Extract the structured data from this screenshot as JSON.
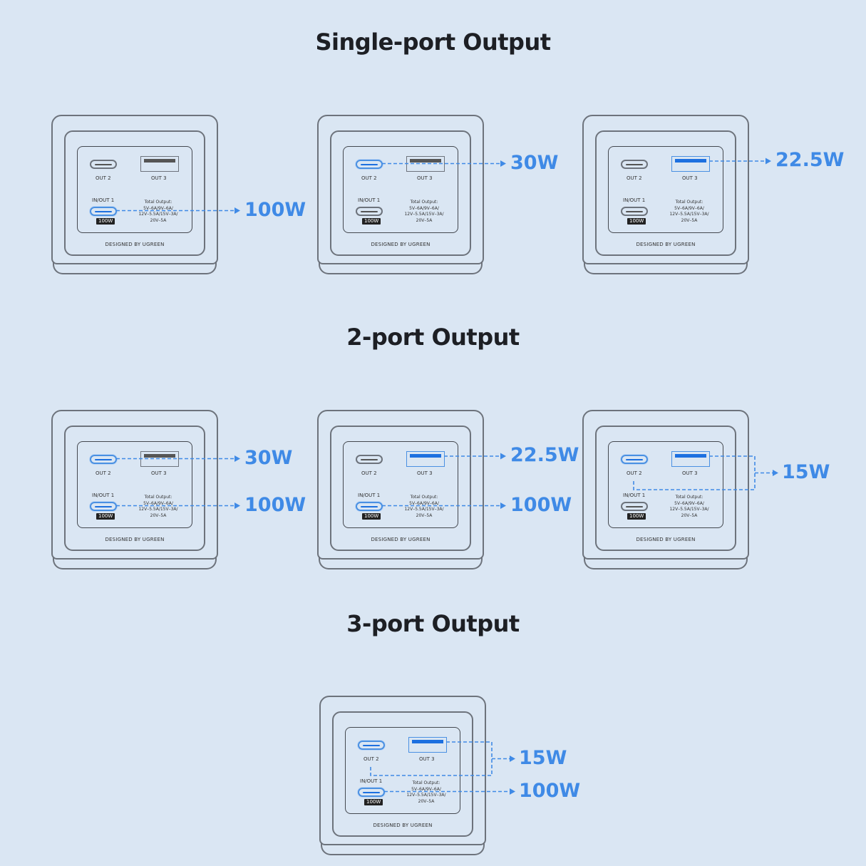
{
  "sections": [
    {
      "title": "Single-port Output"
    },
    {
      "title": "2-port Output"
    },
    {
      "title": "3-port Output"
    }
  ],
  "device": {
    "out2_label": "OUT 2",
    "out3_label": "OUT 3",
    "inout1_label": "IN/OUT 1",
    "badge": "100W",
    "total_output": [
      "Total Output:",
      "5V–6A/9V–6A/",
      "12V–5.5A/15V–3A/",
      "20V–5A"
    ],
    "brand": "DESIGNED BY UGREEN"
  },
  "outputs": {
    "single": [
      {
        "active": [
          "inout1"
        ],
        "watts": [
          "100W"
        ]
      },
      {
        "active": [
          "out2"
        ],
        "watts": [
          "30W"
        ]
      },
      {
        "active": [
          "out3"
        ],
        "watts": [
          "22.5W"
        ]
      }
    ],
    "two": [
      {
        "active": [
          "out2",
          "inout1"
        ],
        "watts": [
          "30W",
          "100W"
        ]
      },
      {
        "active": [
          "out3",
          "inout1"
        ],
        "watts": [
          "22.5W",
          "100W"
        ]
      },
      {
        "active": [
          "out2",
          "out3"
        ],
        "watts": [
          "15W"
        ]
      }
    ],
    "three": [
      {
        "active": [
          "out2",
          "out3",
          "inout1"
        ],
        "watts": [
          "15W",
          "100W"
        ]
      }
    ]
  },
  "colors": {
    "accent": "#3f8ae6",
    "background": "#dae6f3",
    "text": "#1d1f24"
  }
}
